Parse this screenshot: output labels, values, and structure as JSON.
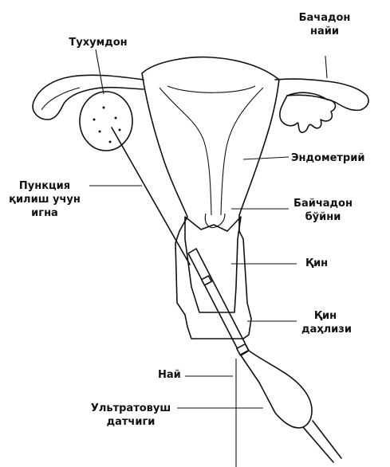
{
  "labels": {
    "ovary": "Тухумдон",
    "tube": [
      "Бачадон",
      "найи"
    ],
    "endometrium": "Эндометрий",
    "cervix": [
      "Байчадон",
      "бўйни"
    ],
    "vagina": "Қин",
    "vestibule": [
      "Қин",
      "даҳлизи"
    ],
    "needle": [
      "Пункция",
      "қилиш учун",
      "игна"
    ],
    "pipe": "Най",
    "ultrasound": [
      "Ультратовуш",
      "датчиги"
    ]
  },
  "colors": {
    "ink": "#111111",
    "background": "#ffffff"
  }
}
